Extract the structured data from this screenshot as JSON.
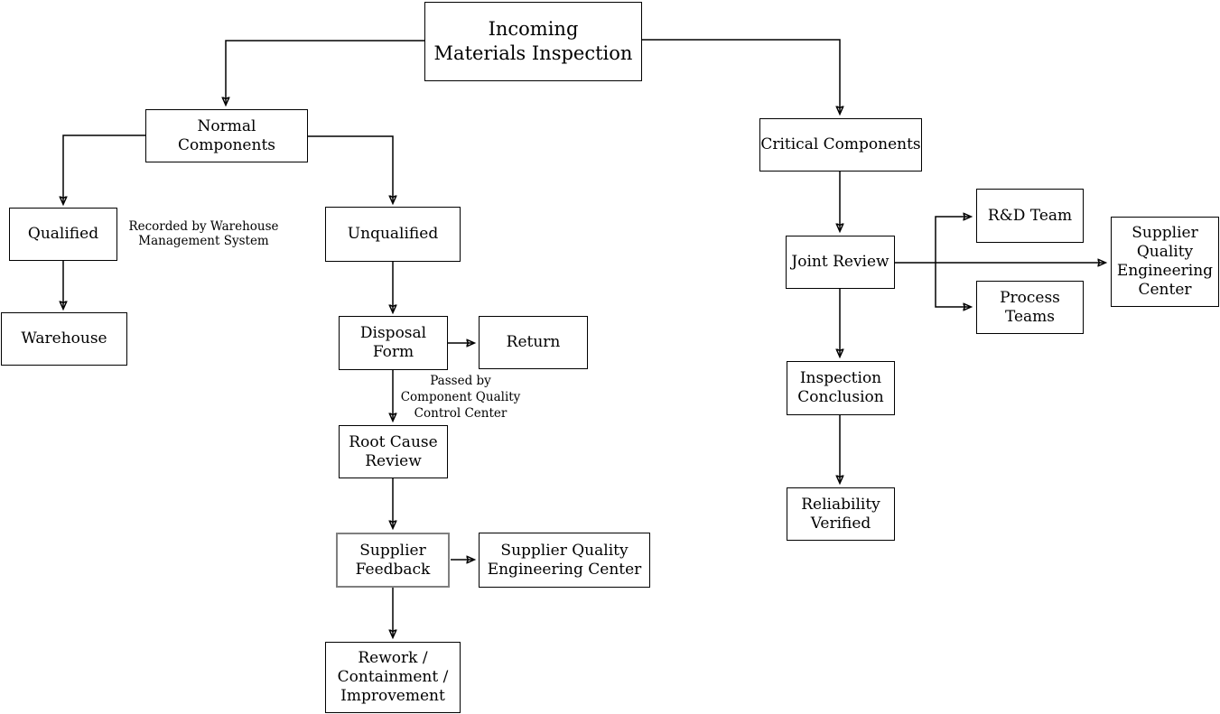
{
  "diagram": {
    "type": "flowchart",
    "colors": {
      "background": "#ffffff",
      "line": "#000000",
      "box_border": "#000000",
      "supplier_feedback_border": "#7f7f7f",
      "text": "#000000"
    },
    "nodes": {
      "title": {
        "label": "Incoming\nMaterials Inspection"
      },
      "normal": {
        "label": "Normal Components"
      },
      "qualified": {
        "label": "Qualified"
      },
      "unqualified": {
        "label": "Unqualified"
      },
      "warehouse": {
        "label": "Warehouse"
      },
      "disposal": {
        "label": "Disposal\nForm"
      },
      "return": {
        "label": "Return"
      },
      "rootcause": {
        "label": "Root Cause\nReview"
      },
      "feedback": {
        "label": "Supplier\nFeedback"
      },
      "sqec_left": {
        "label": "Supplier Quality\nEngineering Center"
      },
      "rework": {
        "label": "Rework /\nContainment /\nImprovement"
      },
      "critical": {
        "label": "Critical Components"
      },
      "joint": {
        "label": "Joint Review"
      },
      "rdteam": {
        "label": "R&D Team"
      },
      "process": {
        "label": "Process\nTeams"
      },
      "sqec_right": {
        "label": "Supplier\nQuality\nEngineering\nCenter"
      },
      "inspection": {
        "label": "Inspection\nConclusion"
      },
      "reliability": {
        "label": "Reliability\nVerified"
      }
    },
    "edge_labels": {
      "recorded": "Recorded by Warehouse\nManagement System",
      "passed": "Passed by\nComponent Quality\nControl Center"
    },
    "edges": [
      {
        "from": "title",
        "to": "normal"
      },
      {
        "from": "title",
        "to": "critical"
      },
      {
        "from": "normal",
        "to": "qualified"
      },
      {
        "from": "normal",
        "to": "unqualified"
      },
      {
        "from": "qualified",
        "to": "warehouse",
        "label": "recorded"
      },
      {
        "from": "unqualified",
        "to": "disposal"
      },
      {
        "from": "disposal",
        "to": "return"
      },
      {
        "from": "disposal",
        "to": "rootcause",
        "label": "passed"
      },
      {
        "from": "rootcause",
        "to": "feedback"
      },
      {
        "from": "feedback",
        "to": "sqec_left"
      },
      {
        "from": "feedback",
        "to": "rework"
      },
      {
        "from": "critical",
        "to": "joint"
      },
      {
        "from": "joint",
        "to": "rdteam"
      },
      {
        "from": "joint",
        "to": "process"
      },
      {
        "from": "joint",
        "to": "sqec_right"
      },
      {
        "from": "joint",
        "to": "inspection"
      },
      {
        "from": "inspection",
        "to": "reliability"
      }
    ]
  }
}
